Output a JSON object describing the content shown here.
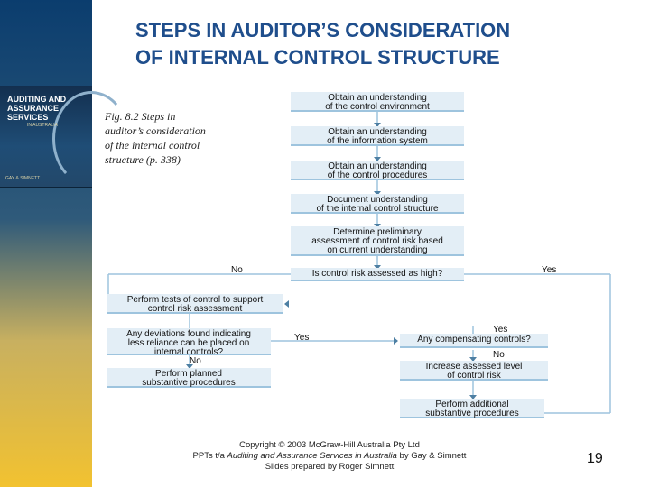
{
  "title": {
    "line1": "STEPS IN AUDITOR’S CONSIDERATION",
    "line2": "OF INTERNAL CONTROL STRUCTURE"
  },
  "book": {
    "line1": "AUDITING AND",
    "line2": "ASSURANCE",
    "line3": "SERVICES",
    "line4": "IN AUSTRALIA",
    "authors": "GAY & SIMNETT"
  },
  "caption": {
    "line1": "Fig. 8.2 Steps in",
    "line2": "auditor’s consideration",
    "line3": "of the internal control",
    "line4": "structure (p. 338)"
  },
  "flow": {
    "b1": [
      "Obtain an understanding",
      "of the control environment"
    ],
    "b2": [
      "Obtain an understanding",
      "of the information system"
    ],
    "b3": [
      "Obtain an understanding",
      "of the control procedures"
    ],
    "b4": [
      "Document understanding",
      "of the internal control structure"
    ],
    "b5": [
      "Determine preliminary",
      "assessment of control risk based",
      "on current understanding"
    ],
    "b6": [
      "Is control risk assessed as high?"
    ],
    "b7": [
      "Perform tests of control to support",
      "control risk assessment"
    ],
    "b8": [
      "Any deviations found indicating",
      "less reliance can be placed on",
      "internal controls?"
    ],
    "b9": [
      "Perform planned",
      "substantive procedures"
    ],
    "b10": [
      "Any compensating controls?"
    ],
    "b11": [
      "Increase assessed level",
      "of control risk"
    ],
    "b12": [
      "Perform additional",
      "substantive procedures"
    ],
    "no_left": "No",
    "yes_right": "Yes",
    "yes_mid": "Yes",
    "no_b8": "No",
    "yes_b10": "Yes",
    "no_b10": "No"
  },
  "footer": {
    "line1": "Copyright © 2003 McGraw-Hill Australia Pty Ltd",
    "line2_pre": "PPTs t/a ",
    "line2_italic": "Auditing and Assurance Services in Australia",
    "line2_post": " by Gay & Simnett",
    "line3": "Slides prepared by Roger Simnett"
  },
  "page_number": "19"
}
